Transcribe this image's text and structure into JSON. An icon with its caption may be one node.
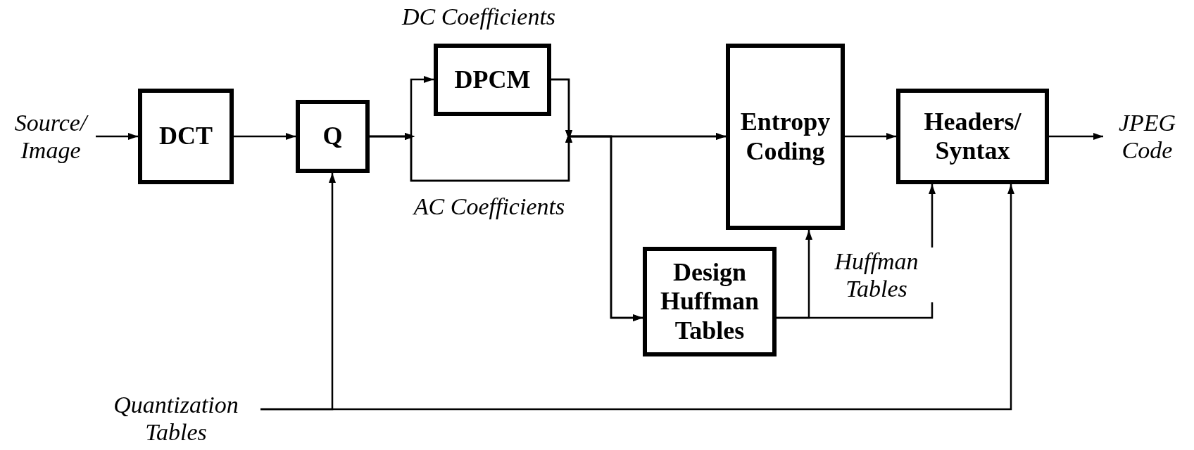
{
  "diagram": {
    "nodes": [
      {
        "text": [
          "Source/ Image"
        ]
      },
      {
        "text": [
          "DCT"
        ]
      },
      {
        "text": [
          "Q"
        ]
      },
      {
        "text": [
          "DPCM"
        ],
        "beside": [
          "DC Coefficients"
        ]
      },
      {
        "text": [
          "Entropy Coding"
        ]
      },
      {
        "text": [
          "Headers/ Syntax"
        ]
      },
      {
        "text": [
          "JPEG Code"
        ]
      },
      {
        "text": [
          "Design Huffman Tables"
        ]
      },
      {
        "text": [
          "Quantization Tables"
        ]
      }
    ],
    "edges": [
      {
        "from": 0,
        "to": 1,
        "arrow": "to"
      },
      {
        "from": 1,
        "to": 2,
        "arrow": "to"
      },
      {
        "from": 2,
        "to": 3,
        "arrow": "to"
      },
      {
        "from": 2,
        "to": 4,
        "arrow": "to",
        "label": "AC Coefficients"
      },
      {
        "from": 3,
        "to": 4,
        "arrow": "to"
      },
      {
        "from": 3,
        "to": 7,
        "arrow": "to"
      },
      {
        "from": 2,
        "to": 7,
        "arrow": "to"
      },
      {
        "from": 4,
        "to": 5,
        "arrow": "to"
      },
      {
        "from": 5,
        "to": 6,
        "arrow": "to"
      },
      {
        "from": 7,
        "to": 4,
        "arrow": "to"
      },
      {
        "from": 7,
        "to": 5,
        "arrow": "to",
        "label": "Huffman Tables"
      },
      {
        "from": 8,
        "to": 2,
        "arrow": "to"
      },
      {
        "from": 8,
        "to": 5,
        "arrow": "to"
      }
    ]
  }
}
